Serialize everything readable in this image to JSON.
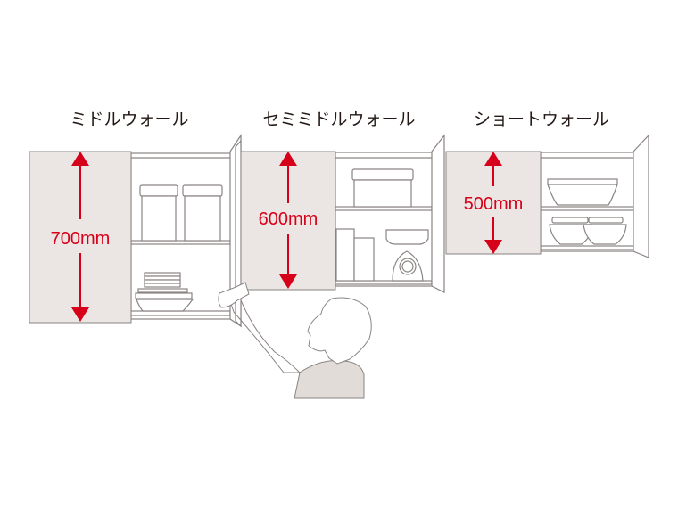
{
  "cabinets": [
    {
      "title": "ミドルウォール",
      "height_label": "700mm"
    },
    {
      "title": "セミミドルウォール",
      "height_label": "600mm"
    },
    {
      "title": "ショートウォール",
      "height_label": "500mm"
    }
  ],
  "colors": {
    "accent": "#d7001a",
    "panel": "#ebe6e3",
    "line": "#8a8483"
  }
}
